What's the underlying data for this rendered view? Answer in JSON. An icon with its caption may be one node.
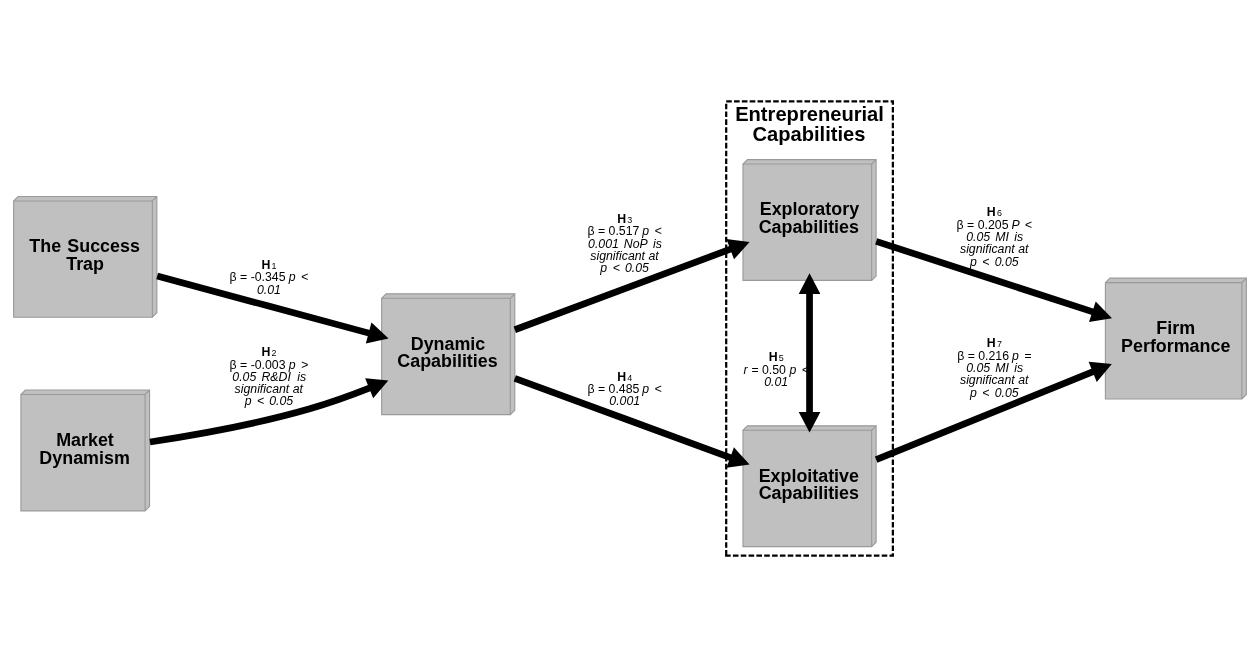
{
  "diagram": {
    "nodes": [
      {
        "text": [
          "Entrepreneurial Capabilities"
        ]
      },
      {
        "text": [
          "The Success Trap"
        ]
      },
      {
        "text": [
          "Market Dynamism"
        ]
      },
      {
        "text": [
          "Dynamic Capabilities"
        ]
      },
      {
        "text": [
          "Exploratory Capabilities"
        ],
        "in": 0
      },
      {
        "text": [
          "Exploitative Capabilities"
        ],
        "in": 0
      },
      {
        "text": [
          "Firm Performance"
        ]
      }
    ],
    "edges": [
      {
        "from": 1,
        "to": 3,
        "arrow": "to",
        "label": "**H**$_{1}$ β = -0.345 *p < 0.01*"
      },
      {
        "from": 2,
        "to": 3,
        "arrow": "to",
        "label": "**H**$_{2}$ β = -0.003 *p > 0.05* *R&DI is significant at p < 0.05*"
      },
      {
        "from": 3,
        "to": 4,
        "arrow": "to",
        "label": "**H**$_{3}$ β = 0.517 *p < 0.001* *NoP is significant at p < 0.05*"
      },
      {
        "from": 3,
        "to": 5,
        "arrow": "to",
        "label": "**H**$_{4}$ β = 0.485 *p < 0.001*"
      },
      {
        "from": 4,
        "to": 5,
        "arrow": "both",
        "label": "**H**$_{5}$ *r* = 0.50 *p < 0.01*"
      },
      {
        "from": 4,
        "to": 6,
        "arrow": "to",
        "label": "**H**$_{6}$ β = 0.205 *P < 0.05* *MI is significant at p < 0.05*"
      },
      {
        "from": 5,
        "to": 6,
        "arrow": "to",
        "label": "**H**$_{7}$ β = 0.216 *p = 0.05* *MI is significant at p < 0.05*"
      }
    ]
  }
}
